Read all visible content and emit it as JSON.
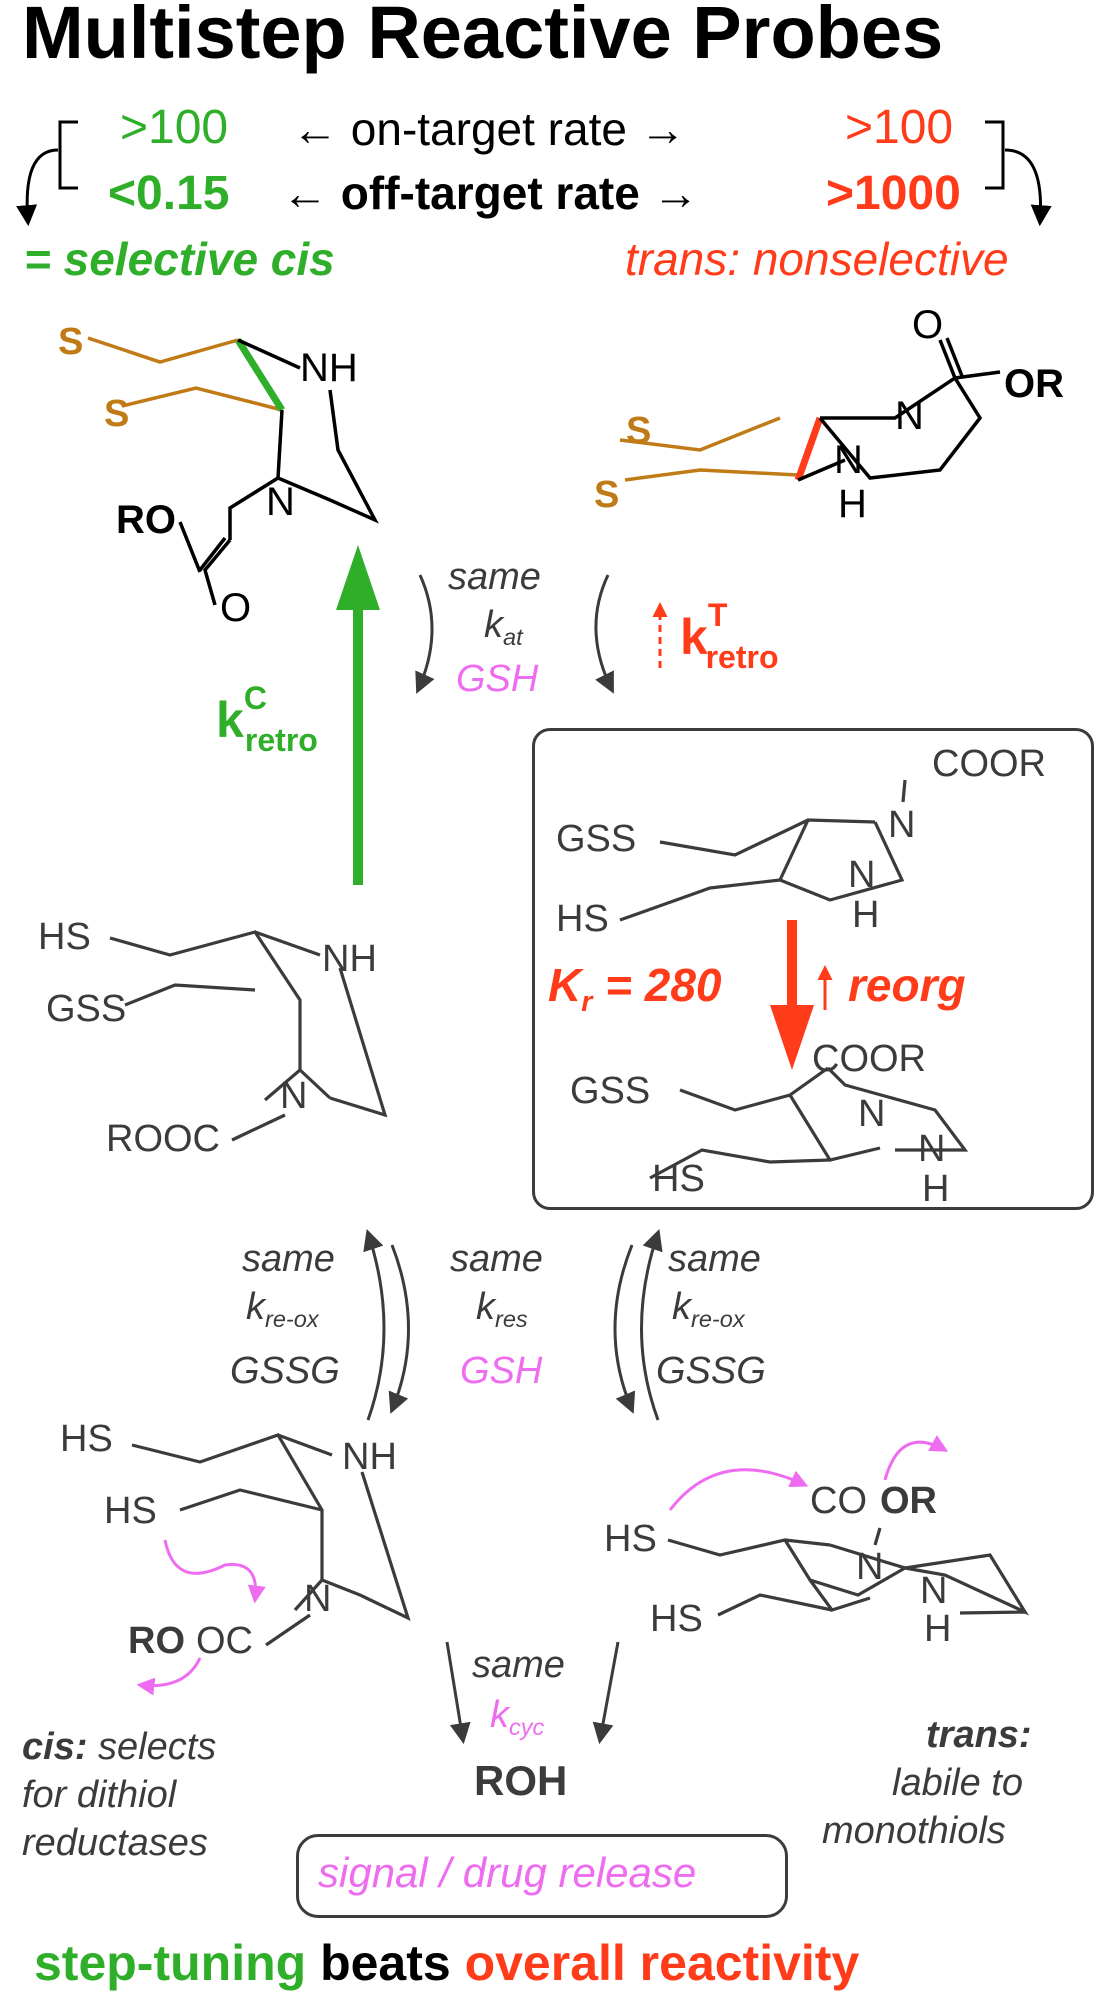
{
  "title": "Multistep Reactive Probes",
  "rates": {
    "cis_on": ">100",
    "on_label": "← on-target rate →",
    "trans_on": ">100",
    "cis_off": "<0.15",
    "off_label": "← off-target rate →",
    "trans_off": ">1000",
    "cis_verdict": "= selective cis",
    "trans_verdict": "trans: nonselective"
  },
  "molecules": {
    "cis_top": {
      "s1": "S",
      "s2": "S",
      "nh": "NH",
      "n": "N",
      "ro": "RO",
      "o": "O"
    },
    "trans_top": {
      "o": "O",
      "or": "OR",
      "n": "N",
      "s1": "S",
      "s2": "S",
      "nh_n": "N",
      "nh_h": "H"
    },
    "cis_mid": {
      "hs": "HS",
      "gss": "GSS",
      "nh": "NH",
      "n": "N",
      "rooc": "ROOC"
    },
    "trans_box_top": {
      "coor": "COOR",
      "gss": "GSS",
      "n": "N",
      "hs": "HS",
      "nh_n": "N",
      "nh_h": "H"
    },
    "trans_box_bottom": {
      "coor": "COOR",
      "gss": "GSS",
      "n": "N",
      "hs": "HS",
      "nh_n": "N",
      "nh_h": "H"
    },
    "cis_dithiol": {
      "hs1": "HS",
      "hs2": "HS",
      "nh": "NH",
      "n": "N",
      "ro": "RO",
      "oc": "OC"
    },
    "trans_dithiol": {
      "hs1": "HS",
      "hs2": "HS",
      "co": "CO",
      "or": "OR",
      "n": "N",
      "nh_n": "N",
      "nh_h": "H"
    }
  },
  "steps": {
    "k_retro_c": {
      "k": "k",
      "sup": "C",
      "sub": "retro"
    },
    "k_retro_t": {
      "k": "k",
      "sup": "T",
      "sub": "retro"
    },
    "attack": {
      "same": "same",
      "k": "k",
      "sub": "at",
      "reagent": "GSH"
    },
    "reorg": {
      "k": "K",
      "sub": "r",
      "value": " = 280",
      "label": "reorg"
    },
    "reox_left": {
      "same": "same",
      "k": "k",
      "sub": "re-ox",
      "reagent": "GSSG"
    },
    "res": {
      "same": "same",
      "k": "k",
      "sub": "res",
      "reagent": "GSH"
    },
    "reox_right": {
      "same": "same",
      "k": "k",
      "sub": "re-ox",
      "reagent": "GSSG"
    },
    "cyc": {
      "same": "same",
      "k": "k",
      "sub": "cyc",
      "product": "ROH"
    }
  },
  "notes": {
    "cis_bold": "cis:",
    "cis_l1": " selects",
    "cis_l2": "for dithiol",
    "cis_l3": "reductases",
    "trans_bold": "trans:",
    "trans_l1": "labile to",
    "trans_l2": "monothiols"
  },
  "release": "signal / drug release",
  "footer": {
    "part1": "step-tuning",
    "part2": " beats ",
    "part3": "overall reactivity"
  },
  "colors": {
    "green": "#2fae2a",
    "red": "#ff3b1a",
    "pink": "#ee6cf0",
    "dark": "#3b3b3b",
    "brown": "#c07a16"
  }
}
